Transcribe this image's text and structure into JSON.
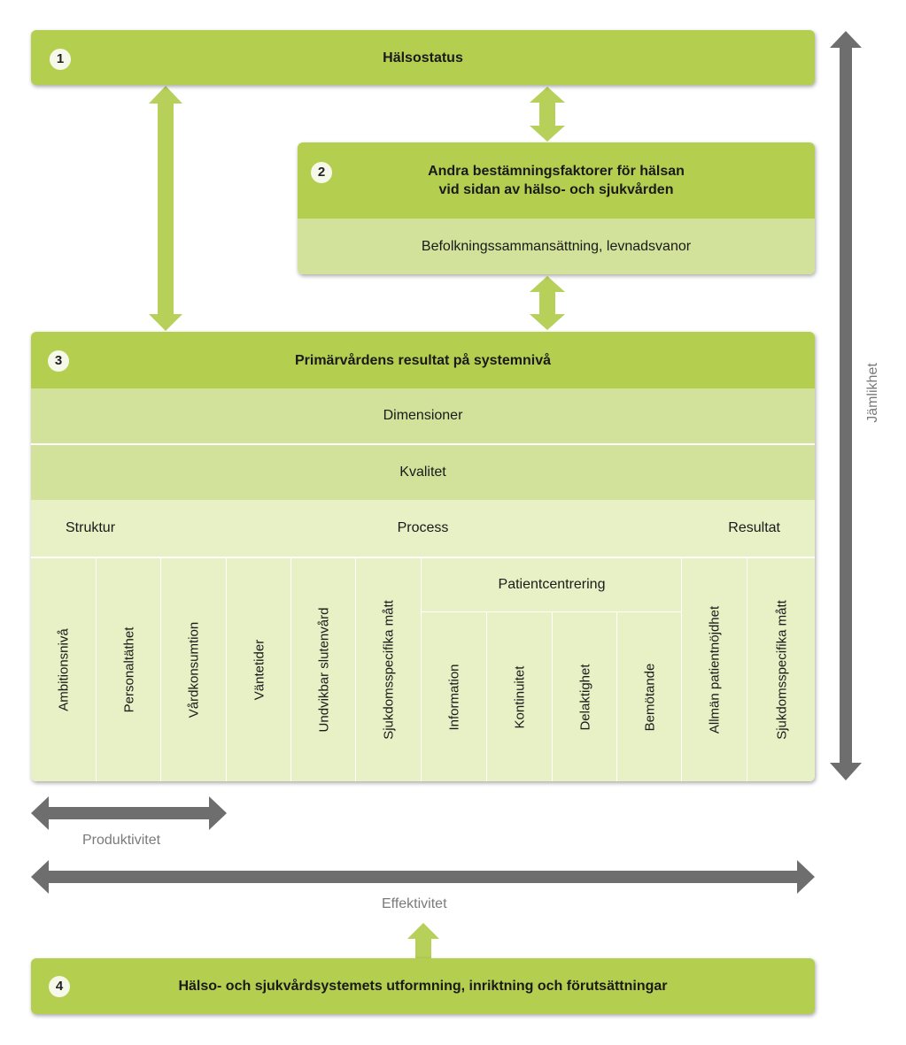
{
  "box1": {
    "number": "1",
    "title": "Hälsostatus"
  },
  "box2": {
    "number": "2",
    "title_line1": "Andra bestämningsfaktorer för hälsan",
    "title_line2": "vid sidan av hälso- och sjukvården",
    "subtitle": "Befolkningssammansättning, levnadsvanor"
  },
  "box3": {
    "number": "3",
    "title": "Primärvårdens resultat på systemnivå",
    "dimensions": "Dimensioner",
    "quality": "Kvalitet",
    "structure": "Struktur",
    "process": "Process",
    "result": "Resultat",
    "patient_centering": "Patientcentrering",
    "columns": [
      "Ambitionsnivå",
      "Personaltäthet",
      "Vårdkonsumtion",
      "Väntetider",
      "Undvikbar slutenvård",
      "Sjukdomsspecifika mått",
      "Information",
      "Kontinuitet",
      "Delaktighet",
      "Bemötande",
      "Allmän patientnöjdhet",
      "Sjukdomsspecifika mått"
    ]
  },
  "box4": {
    "number": "4",
    "title": "Hälso- och sjukvårdsystemets utformning, inriktning och förutsättningar"
  },
  "labels": {
    "productivity": "Produktivitet",
    "efficiency": "Effektivitet",
    "equality": "Jämlikhet"
  },
  "colors": {
    "green_dark": "#b4cf4f",
    "green_mid": "#d2e29a",
    "green_light": "#e8f0c6",
    "arrow_green": "#b6d05a",
    "arrow_grey": "#6e6e6e",
    "label_grey": "#7a7a7a"
  }
}
